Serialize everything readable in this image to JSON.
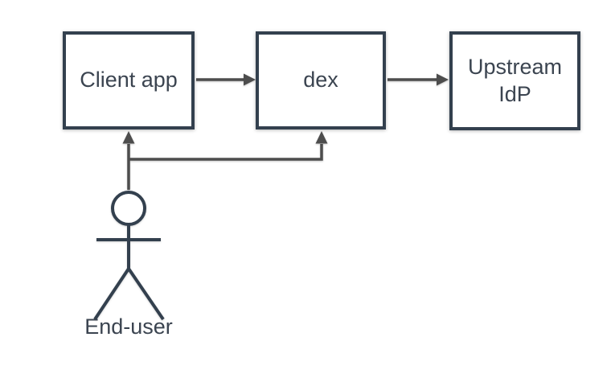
{
  "diagram": {
    "nodes": [
      {
        "id": "client-app",
        "label": "Client app"
      },
      {
        "id": "dex",
        "label": "dex"
      },
      {
        "id": "upstream-idp",
        "label": "Upstream IdP"
      }
    ],
    "actor": {
      "id": "end-user",
      "label": "End-user"
    },
    "edges": [
      {
        "from": "client-app",
        "to": "dex",
        "style": "arrow-right"
      },
      {
        "from": "dex",
        "to": "upstream-idp",
        "style": "arrow-right"
      },
      {
        "from": "end-user",
        "to": "client-app",
        "style": "arrow-up"
      },
      {
        "from": "end-user",
        "to": "dex",
        "style": "arrow-up-branch"
      }
    ],
    "colors": {
      "background": "#ffffff",
      "node_fill": "#ffffff",
      "node_border": "#33404e",
      "text": "#3b4450",
      "connector": "#4d4d4d"
    }
  }
}
